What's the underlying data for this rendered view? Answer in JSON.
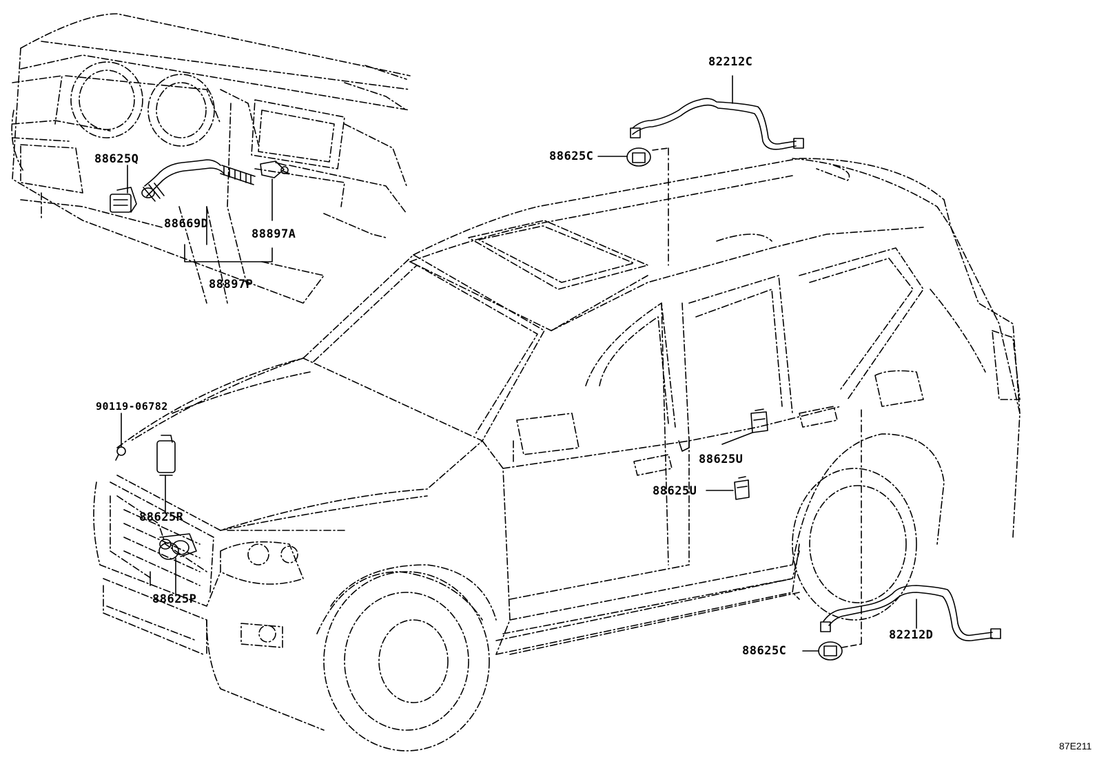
{
  "labels": {
    "p88625Q": "88625Q",
    "p88669D": "88669D",
    "p88897A": "88897A",
    "p88897P": "88897P",
    "p82212C": "82212C",
    "p88625C_top": "88625C",
    "p90119": "90119-06782",
    "p88625R": "88625R",
    "p88625P": "88625P",
    "p88625U_a": "88625U",
    "p88625U_b": "88625U",
    "p82212D": "82212D",
    "p88625C_bottom": "88625C"
  },
  "reference_code": "87E211"
}
